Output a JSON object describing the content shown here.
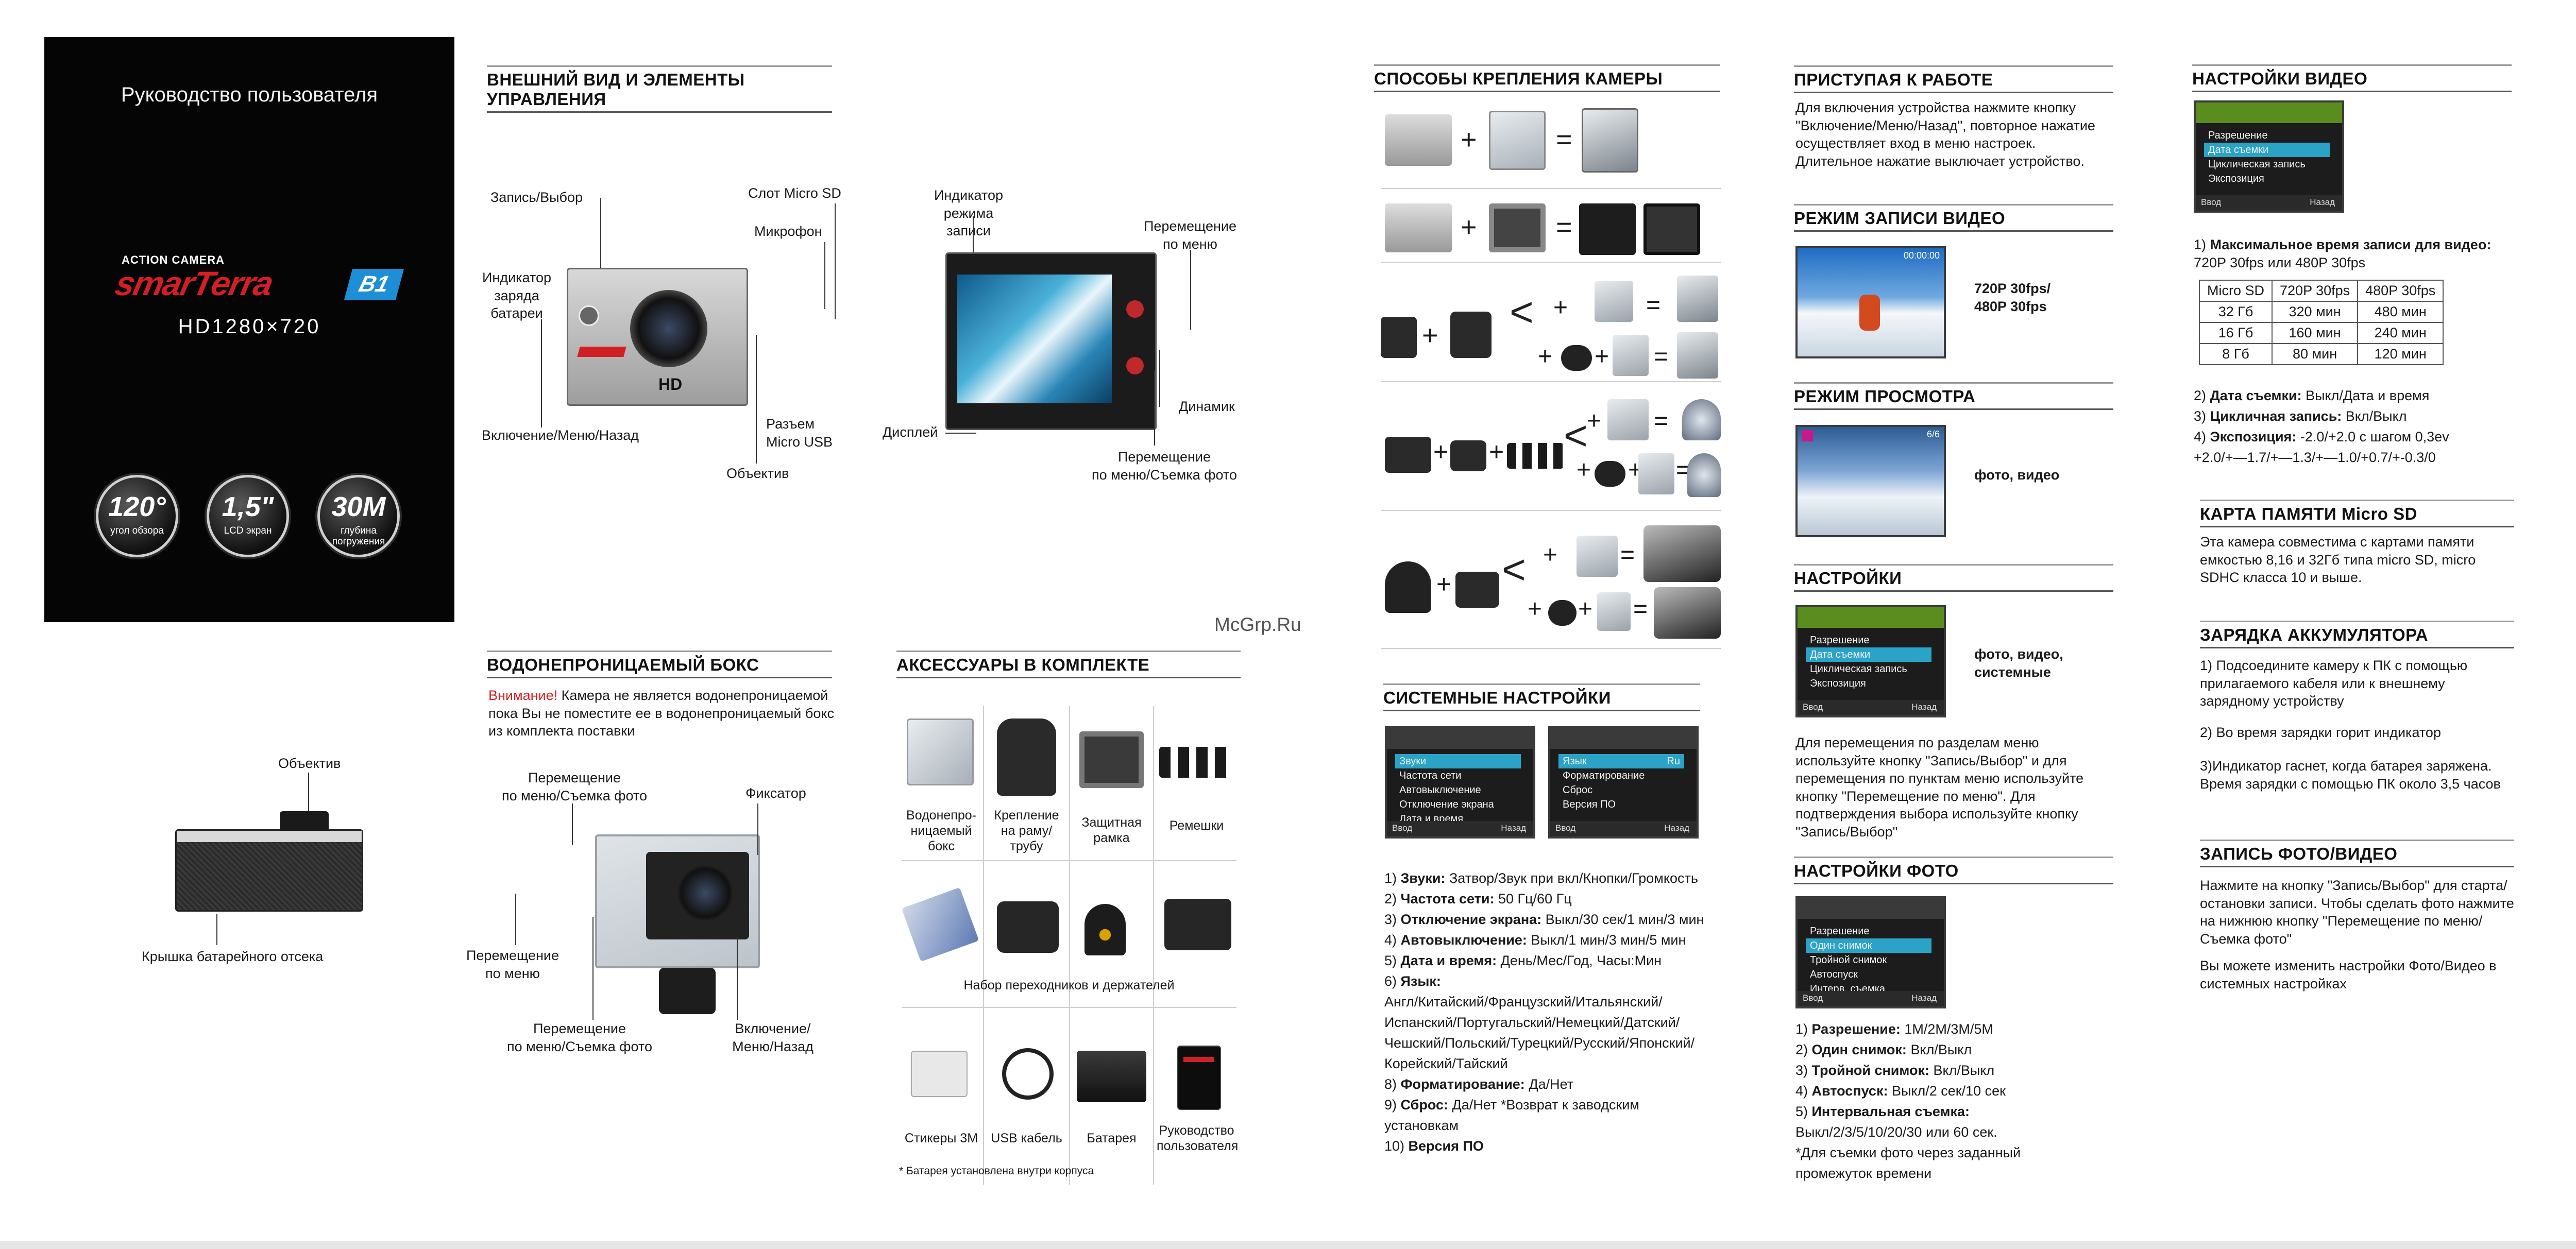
{
  "cover": {
    "title": "Руководство пользователя",
    "action_camera": "ACTION CAMERA",
    "brand": "smarTerra",
    "model": "B1",
    "resolution": "HD1280×720",
    "badges": [
      {
        "value": "120°",
        "label": "угол обзора"
      },
      {
        "value": "1,5\"",
        "label": "LCD экран"
      },
      {
        "value": "30M",
        "label": "глубина погружения"
      }
    ]
  },
  "appearance": {
    "header": "ВНЕШНИЙ ВИД И ЭЛЕМЕНТЫ УПРАВЛЕНИЯ",
    "labels": {
      "record_select": "Запись/Выбор",
      "slot": "Слот Micro SD",
      "microphone": "Микрофон",
      "battery_indicator": "Индикатор\nзаряда\nбатареи",
      "power_menu_back": "Включение/Меню/Назад",
      "usb": "Разъем\nMicro USB",
      "lens": "Объектив",
      "rec_indicator": "Индикатор\nрежима записи",
      "menu_move": "Перемещение\nпо меню",
      "display": "Дисплей",
      "speaker": "Динамик",
      "menu_photo": "Перемещение\nпо меню/Съемка фото"
    },
    "camera_front_text": "HD"
  },
  "side_view": {
    "lens": "Объектив",
    "battery_cover": "Крышка батарейного отсека"
  },
  "waterproof": {
    "header": "ВОДОНЕПРОНИЦАЕМЫЙ БОКС",
    "warning_word": "Внимание!",
    "warning_text": " Камера не является водонепроницаемой пока Вы не поместите ее в водонепроницаемый бокс из комплекта поставки",
    "labels": {
      "menu_photo_top": "Перемещение\nпо меню/Съемка фото",
      "latch": "Фиксатор",
      "menu_move": "Перемещение\nпо меню",
      "menu_photo_bottom": "Перемещение\nпо меню/Съемка фото",
      "power_menu_back": "Включение/\nМеню/Назад"
    }
  },
  "accessories": {
    "header": "АКСЕССУАРЫ В КОМПЛЕКТЕ",
    "row1": [
      "Водонепро-\nницаемый\nбокс",
      "Крепление\nна раму/\nтрубу",
      "Защитная\nрамка",
      "Ремешки"
    ],
    "row2_caption": "Набор переходников и держателей",
    "row3": [
      "Стикеры 3М",
      "USB кабель",
      "Батарея",
      "Руководство\nпользователя"
    ],
    "footnote": "* Батарея установлена внутри корпуса"
  },
  "watermark": "McGrp.Ru",
  "mounting": {
    "header": "СПОСОБЫ КРЕПЛЕНИЯ КАМЕРЫ",
    "plus": "+",
    "equals": "="
  },
  "system_settings": {
    "header": "СИСТЕМНЫЕ НАСТРОЙКИ",
    "screen1": {
      "items": [
        "Звуки",
        "Частота сети",
        "Автовыключение",
        "Отключение экрана",
        "Дата и время"
      ],
      "foot_ok": "Ввод",
      "foot_back": "Назад"
    },
    "screen2": {
      "items": [
        "Язык",
        "Форматирование",
        "Сброс",
        "Версия ПО"
      ],
      "lang_value": "Ru",
      "foot_ok": "Ввод",
      "foot_back": "Назад"
    },
    "list": [
      {
        "n": "1)",
        "b": "Звуки:",
        "t": " Затвор/Звук при вкл/Кнопки/Громкость"
      },
      {
        "n": "2)",
        "b": "Частота сети:",
        "t": " 50 Гц/60 Гц"
      },
      {
        "n": "3)",
        "b": "Отключение экрана:",
        "t": " Выкл/30 сек/1 мин/3 мин"
      },
      {
        "n": "4)",
        "b": "Автовыключение:",
        "t": " Выкл/1 мин/3 мин/5 мин"
      },
      {
        "n": "5)",
        "b": "Дата и время:",
        "t": " День/Мес/Год, Часы:Мин"
      },
      {
        "n": "6)",
        "b": "Язык:",
        "t": ""
      },
      {
        "n": "",
        "b": "",
        "t": "Англ/Китайский/Французский/Итальянский/"
      },
      {
        "n": "",
        "b": "",
        "t": "Испанский/Португальский/Немецкий/Датский/"
      },
      {
        "n": "",
        "b": "",
        "t": "Чешский/Польский/Турецкий/Русский/Японский/"
      },
      {
        "n": "",
        "b": "",
        "t": "Корейский/Тайский"
      },
      {
        "n": "8)",
        "b": "Форматирование:",
        "t": " Да/Нет"
      },
      {
        "n": "9)",
        "b": "Сброс:",
        "t": " Да/Нет *Возврат к заводским"
      },
      {
        "n": "",
        "b": "",
        "t": "установкам"
      },
      {
        "n": "10)",
        "b": "Версия ПО",
        "t": ""
      }
    ]
  },
  "getting_started": {
    "header": "ПРИСТУПАЯ К РАБОТЕ",
    "text": "Для включения устройства нажмите кнопку \"Включение/Меню/Назад\", повторное нажатие осуществляет вход в меню настроек. Длительное нажатие выключает устройство."
  },
  "video_mode": {
    "header": "РЕЖИМ ЗАПИСИ ВИДЕО",
    "screen_time": "00:00:00",
    "info": "720P 30fps/\n480P 30fps"
  },
  "playback_mode": {
    "header": "РЕЖИМ ПРОСМОТРА",
    "counter": "6/6",
    "info": "фото, видео"
  },
  "settings": {
    "header": "НАСТРОЙКИ",
    "items": [
      "Разрешение",
      "Дата съемки",
      "Циклическая запись",
      "Экспозиция"
    ],
    "foot_ok": "Ввод",
    "foot_back": "Назад",
    "info": "фото, видео,\nсистемные",
    "text": "Для перемещения по разделам меню используйте кнопку \"Запись/Выбор\" и для перемещения по пунктам меню используйте кнопку \"Перемещение по меню\". Для подтверждения выбора используйте кнопку \"Запись/Выбор\""
  },
  "photo_settings": {
    "header": "НАСТРОЙКИ ФОТО",
    "items": [
      "Разрешение",
      "Один снимок",
      "Тройной снимок",
      "Автоспуск",
      "Интерв. съемка"
    ],
    "foot_ok": "Ввод",
    "foot_back": "Назад",
    "list": [
      {
        "n": "1)",
        "b": "Разрешение:",
        "t": " 1M/2M/3M/5M"
      },
      {
        "n": "2)",
        "b": "Один снимок:",
        "t": " Вкл/Выкл"
      },
      {
        "n": "3)",
        "b": "Тройной снимок:",
        "t": " Вкл/Выкл"
      },
      {
        "n": "4)",
        "b": "Автоспуск:",
        "t": " Выкл/2 сек/10 сек"
      },
      {
        "n": "5)",
        "b": "Интервальная съемка:",
        "t": ""
      },
      {
        "n": "",
        "b": "",
        "t": "Выкл/2/3/5/10/20/30 или 60 сек."
      },
      {
        "n": "",
        "b": "",
        "t": "*Для съемки фото через заданный"
      },
      {
        "n": "",
        "b": "",
        "t": "промежуток времени"
      }
    ]
  },
  "video_settings": {
    "header": "НАСТРОЙКИ ВИДЕО",
    "items": [
      "Разрешение",
      "Дата съемки",
      "Циклическая запись",
      "Экспозиция"
    ],
    "foot_ok": "Ввод",
    "foot_back": "Назад",
    "item1_num": "1)",
    "item1_bold": "Максимальное время записи для видео:",
    "item1_text": "720P 30fps или 480P 30fps",
    "table": {
      "headers": [
        "Micro SD",
        "720P 30fps",
        "480P 30fps"
      ],
      "rows": [
        [
          "32 Гб",
          "320 мин",
          "480 мин"
        ],
        [
          "16 Гб",
          "160 мин",
          "240 мин"
        ],
        [
          "8 Гб",
          "80 мин",
          "120 мин"
        ]
      ]
    },
    "list": [
      {
        "n": "2)",
        "b": "Дата съемки:",
        "t": " Выкл/Дата и время"
      },
      {
        "n": "3)",
        "b": "Цикличная запись:",
        "t": " Вкл/Выкл"
      },
      {
        "n": "4)",
        "b": "Экспозиция:",
        "t": " -2.0/+2.0 с шагом 0,3ev"
      },
      {
        "n": "",
        "b": "",
        "t": "+2.0/+—1.7/+—1.3/+—1.0/+0.7/+-0.3/0"
      }
    ]
  },
  "memory_card": {
    "header": "КАРТА ПАМЯТИ Micro SD",
    "text": "Эта камера совместима с картами памяти емкостью 8,16 и 32Гб типа micro SD, micro SDHC класса 10 и выше."
  },
  "charging": {
    "header": "ЗАРЯДКА АККУМУЛЯТОРА",
    "p1": "1) Подсоедините камеру к ПК с помощью прилагаемого кабеля или к внешнему зарядному устройству",
    "p2": "2) Во время зарядки горит индикатор",
    "p3": "3)Индикатор гаснет, когда батарея заряжена. Время зарядки с помощью ПК около 3,5 часов"
  },
  "photo_video": {
    "header": "ЗАПИСЬ ФОТО/ВИДЕО",
    "p1": "Нажмите на кнопку \"Запись/Выбор\" для старта/остановки записи. Чтобы сделать фото нажмите на  нижнюю кнопку \"Перемещение по меню/Съемка фото\"",
    "p2": "Вы можете изменить настройки Фото/Видео в системных настройках"
  },
  "colors": {
    "accent_red": "#d21f24",
    "brand_blue": "#1e8fd6",
    "lcd_highlight": "#2aa3c7"
  }
}
